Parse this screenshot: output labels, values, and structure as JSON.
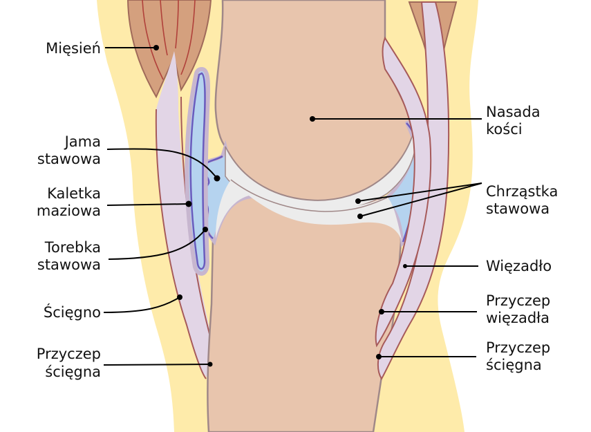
{
  "labels_left": {
    "muscle": [
      "Mięsień"
    ],
    "joint_cavity": [
      "Jama",
      "stawowa"
    ],
    "bursa": [
      "Kaletka",
      "maziowa"
    ],
    "capsule": [
      "Torebka",
      "stawowa"
    ],
    "tendon": [
      "Ścięgno"
    ],
    "tendon_insertion": [
      "Przyczep",
      "ścięgna"
    ]
  },
  "labels_right": {
    "epiphysis": [
      "Nasada",
      "kości"
    ],
    "cartilage": [
      "Chrząstka",
      "stawowa"
    ],
    "ligament": [
      "Więzadło"
    ],
    "ligament_insertion": [
      "Przyczep",
      "więzadła"
    ],
    "tendon_insertion": [
      "Przyczep",
      "ścięgna"
    ]
  },
  "colors": {
    "skin": "#feebaa",
    "bone": "#e8c5ad",
    "cartilage": "#ececec",
    "synovial_fluid": "#b5d3ef",
    "capsule": "#c7b6cf",
    "tendon": "#e2d5e6",
    "muscle": "#d4a07e"
  }
}
